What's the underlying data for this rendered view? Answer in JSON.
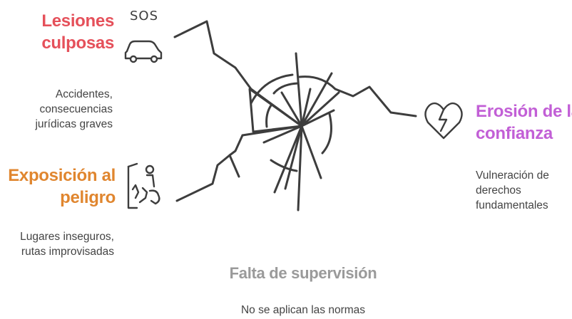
{
  "colors": {
    "lesiones": "#e5505a",
    "exposicion": "#e0862f",
    "erosion": "#c25fd6",
    "supervision": "#9a9a9a",
    "lines": "#3d3d3d",
    "text": "#444444"
  },
  "icons": {
    "lesiones": "car-sos-icon",
    "exposicion": "person-falling-icon",
    "erosion": "broken-heart-icon"
  },
  "lesiones": {
    "title_line1": "Lesiones",
    "title_line2": "culposas",
    "sos_label": "SOS",
    "desc_line1": "Accidentes,",
    "desc_line2": "consecuencias",
    "desc_line3": "jurídicas graves"
  },
  "exposicion": {
    "title_line1": "Exposición al",
    "title_line2": "peligro",
    "desc_line1": "Lugares inseguros,",
    "desc_line2": "rutas improvisadas"
  },
  "erosion": {
    "title_line1": "Erosión de la",
    "title_line2": "confianza",
    "desc_line1": "Vulneración de",
    "desc_line2": "derechos",
    "desc_line3": "fundamentales"
  },
  "supervision": {
    "title": "Falta de supervisión",
    "desc": "No se aplican las normas"
  }
}
